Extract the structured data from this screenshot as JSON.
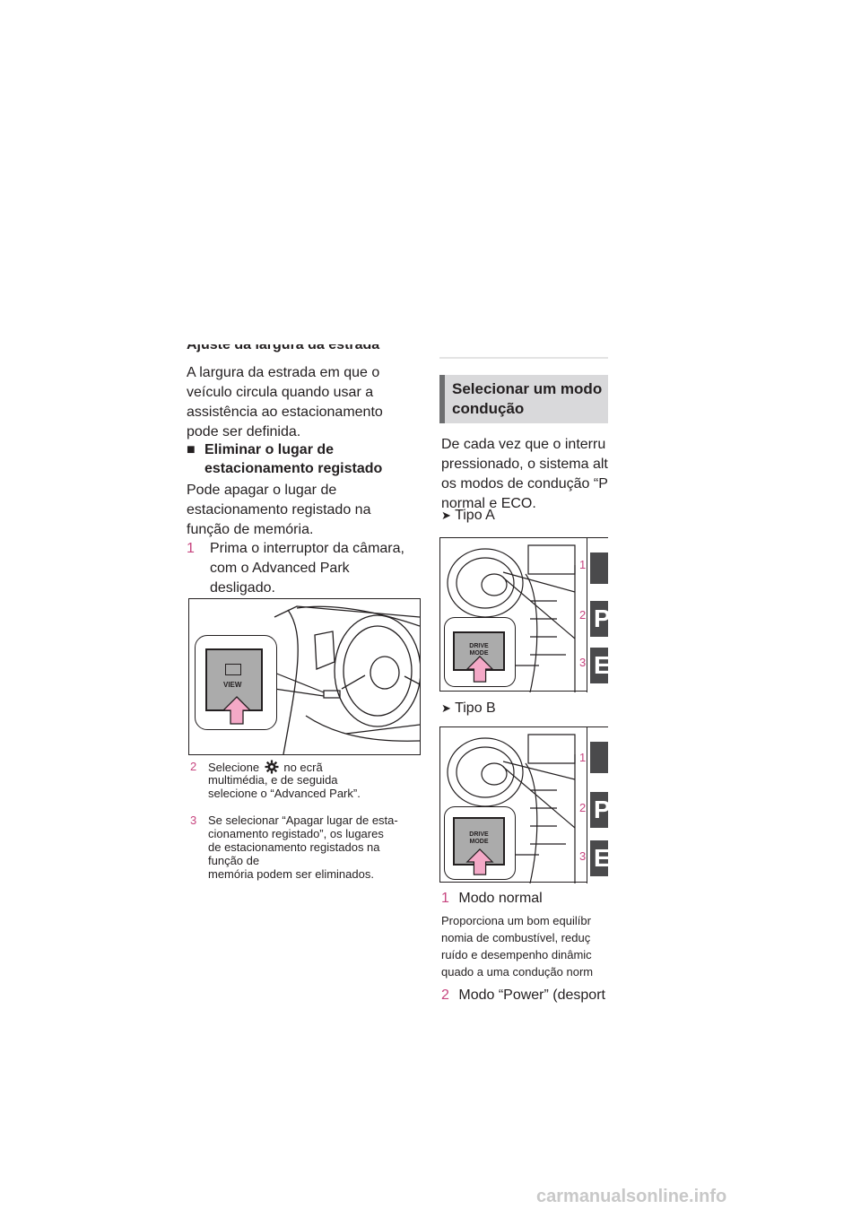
{
  "left": {
    "partial_heading": "Ajuste da largura da estrada",
    "para1": "A largura da estrada em que o veículo circula quando usar a assistência ao estacionamento pode ser definida.",
    "heading2_square": "■",
    "heading2_line1": "Eliminar o lugar de",
    "heading2_line2": "estacionamento registado",
    "para2": "Pode apagar o lugar de estacionamento registado na função de memória.",
    "step1_num": "1",
    "step1_text": "Prima o interruptor da câmara, com o Advanced Park desligado.",
    "figure_button_label": "VIEW",
    "step2_num": "2",
    "step2_before": "Selecione",
    "step2_after": "no ecrã",
    "step2_line2": "multimédia, e de seguida",
    "step2_line3": "selecione o “Advanced Park”.",
    "step3_num": "3",
    "step3_lines": [
      "Se selecionar “Apagar lugar de esta-",
      "cionamento registado”, os lugares",
      "de estacionamento registados na",
      "função de",
      "memória podem ser eliminados."
    ]
  },
  "right": {
    "section_title_line1": "Selecionar um modo",
    "section_title_line2": "condução",
    "intro_lines": [
      "De cada vez que o interru",
      "pressionado, o sistema alt",
      "os modos de condução “P",
      "normal e ECO."
    ],
    "arrow_glyph": "➤",
    "type_a": "Tipo A",
    "type_b": "Tipo B",
    "fig_a": {
      "button_line1": "DRIVE",
      "button_line2": "MODE",
      "labels": [
        {
          "n": "1",
          "t": ""
        },
        {
          "n": "2",
          "t": "PW"
        },
        {
          "n": "3",
          "t": "E"
        }
      ]
    },
    "fig_b": {
      "button_line1": "DRIVE",
      "button_line2": "MODE",
      "labels": [
        {
          "n": "1",
          "t": ""
        },
        {
          "n": "2",
          "t": "PW"
        },
        {
          "n": "3",
          "t": "E"
        }
      ]
    },
    "item1_num": "1",
    "item1_text": "Modo normal",
    "item1_desc_lines": [
      "Proporciona um bom equilíbr",
      "nomia de combustível, reduç",
      "ruído e desempenho dinâmic",
      "quado a uma condução norm"
    ],
    "item2_num": "2",
    "item2_text": "Modo “Power” (desport"
  },
  "watermark": "carmanualsonline.info",
  "colors": {
    "accent_number": "#c7457f",
    "arrow_fill": "#f4a9c7",
    "label_box": "#4a4a4c",
    "section_bar": "#d9d9db"
  }
}
